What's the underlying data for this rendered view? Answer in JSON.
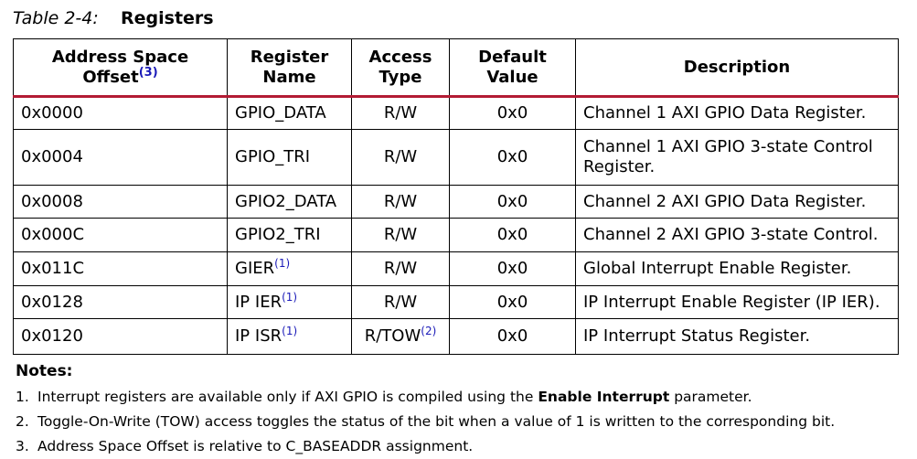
{
  "caption": {
    "number": "Table 2-4:",
    "title": "Registers"
  },
  "headers": {
    "offset_line1": "Address Space",
    "offset_line2": "Offset",
    "offset_ref": "(3)",
    "name_line1": "Register",
    "name_line2": "Name",
    "access_line1": "Access",
    "access_line2": "Type",
    "default_line1": "Default",
    "default_line2": "Value",
    "description": "Description"
  },
  "rows": [
    {
      "offset": "0x0000",
      "name": "GPIO_DATA",
      "name_ref": "",
      "access": "R/W",
      "access_ref": "",
      "default": "0x0",
      "description": "Channel 1 AXI GPIO Data Register."
    },
    {
      "offset": "0x0004",
      "name": "GPIO_TRI",
      "name_ref": "",
      "access": "R/W",
      "access_ref": "",
      "default": "0x0",
      "description": "Channel 1 AXI GPIO 3-state Control Register."
    },
    {
      "offset": "0x0008",
      "name": "GPIO2_DATA",
      "name_ref": "",
      "access": "R/W",
      "access_ref": "",
      "default": "0x0",
      "description": "Channel 2 AXI GPIO Data Register."
    },
    {
      "offset": "0x000C",
      "name": "GPIO2_TRI",
      "name_ref": "",
      "access": "R/W",
      "access_ref": "",
      "default": "0x0",
      "description": "Channel 2 AXI GPIO 3-state Control."
    },
    {
      "offset": "0x011C",
      "name": "GIER",
      "name_ref": "(1)",
      "access": "R/W",
      "access_ref": "",
      "default": "0x0",
      "description": "Global Interrupt Enable Register."
    },
    {
      "offset": "0x0128",
      "name": "IP IER",
      "name_ref": "(1)",
      "access": "R/W",
      "access_ref": "",
      "default": "0x0",
      "description": "IP Interrupt Enable Register (IP IER)."
    },
    {
      "offset": "0x0120",
      "name": "IP ISR",
      "name_ref": "(1)",
      "access": "R/TOW",
      "access_ref": "(2)",
      "default": "0x0",
      "description": "IP Interrupt Status Register."
    }
  ],
  "notes": {
    "title": "Notes:",
    "items": [
      {
        "num": "1.",
        "text_before": "Interrupt registers are available only if AXI GPIO is compiled using the ",
        "bold": "Enable Interrupt",
        "text_after": " parameter."
      },
      {
        "num": "2.",
        "text": "Toggle-On-Write (TOW) access toggles the status of the bit when a value of 1 is written to the corresponding bit."
      },
      {
        "num": "3.",
        "text": "Address Space Offset is relative to C_BASEADDR assignment."
      }
    ]
  },
  "colors": {
    "header_rule": "#b31b34",
    "reference_link": "#1a1ab8"
  }
}
